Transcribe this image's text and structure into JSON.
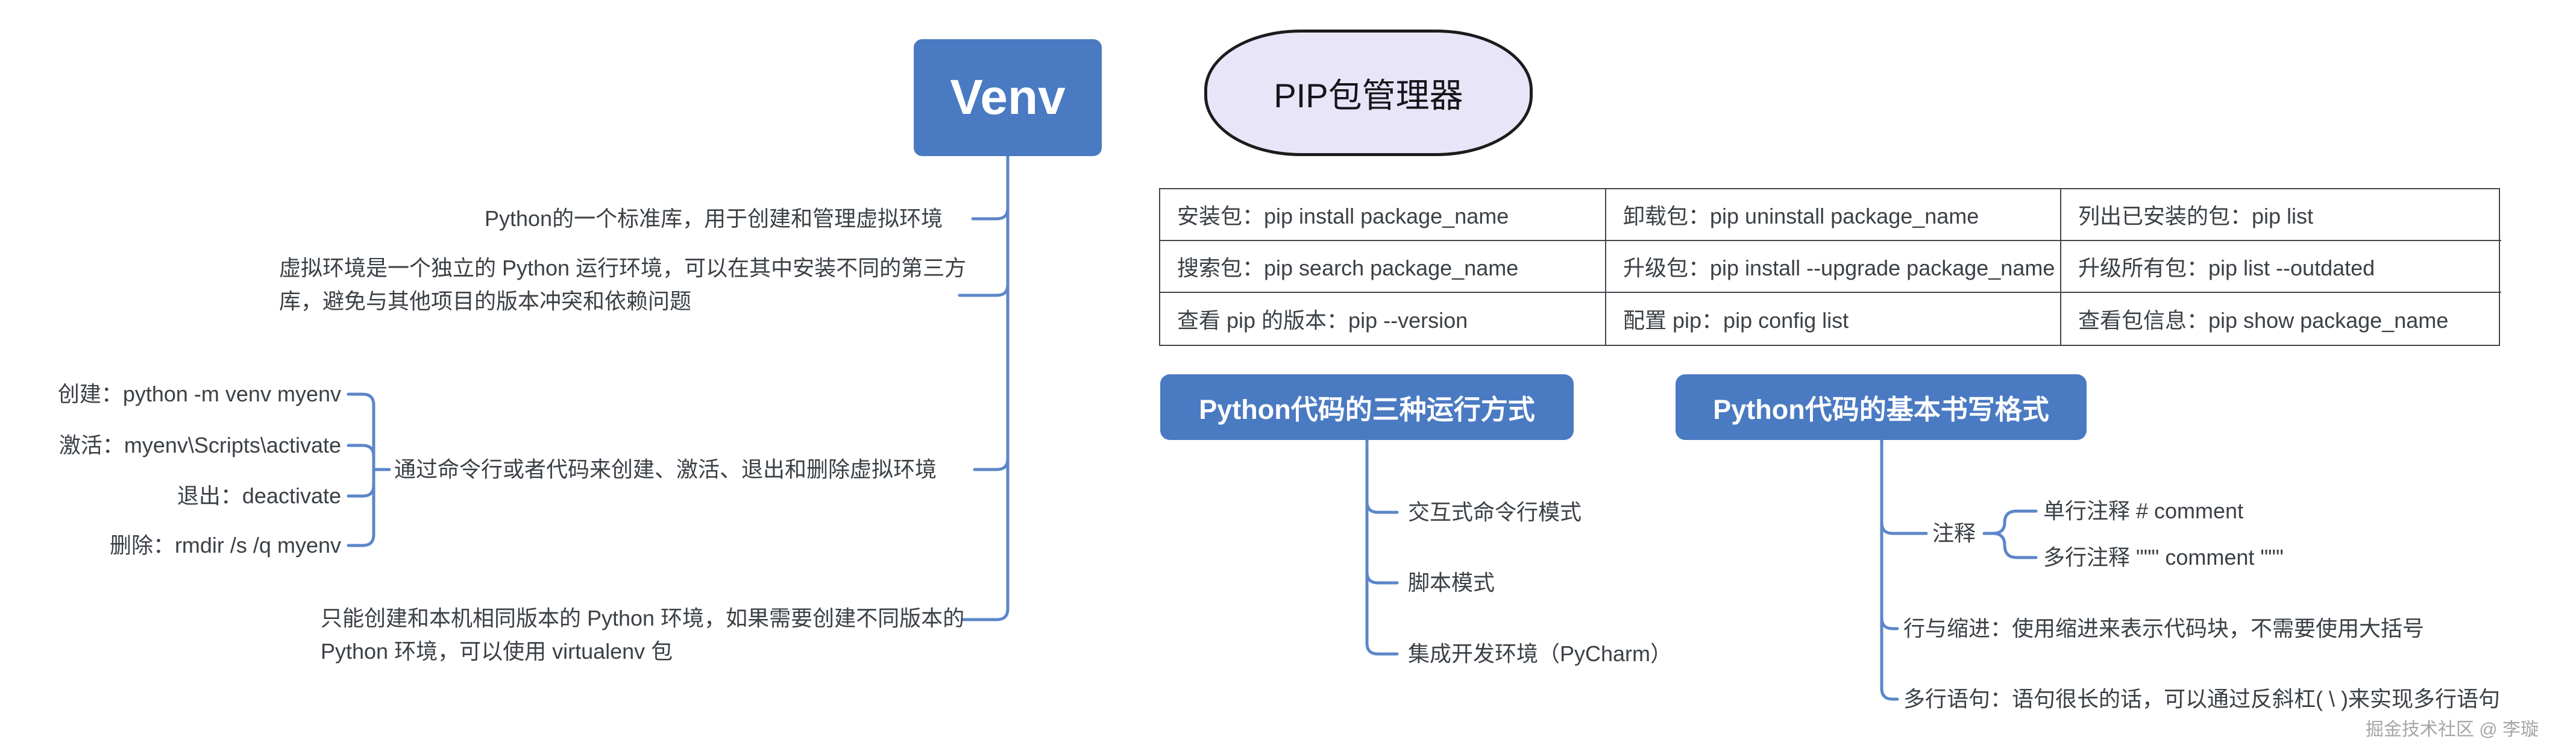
{
  "colors": {
    "node_blue": "#4a7ac2",
    "connector_blue": "#5c86c9",
    "text_dark": "#3b4045",
    "pip_fill": "#e9e5f9",
    "pip_border": "#1c1c1c",
    "table_border": "#43474d",
    "watermark_gray": "#a6a6a6"
  },
  "venv": {
    "root_label": "Venv",
    "branch_standard_lib": "Python的一个标准库，用于创建和管理虚拟环境",
    "branch_definition": "虚拟环境是一个独立的 Python 运行环境，可以在其中安装不同的第三方库，避免与其他项目的版本冲突和依赖问题",
    "branch_manage": "通过命令行或者代码来创建、激活、退出和删除虚拟环境",
    "commands": [
      "创建：python -m venv myenv",
      "激活：myenv\\Scripts\\activate",
      "退出：deactivate",
      "删除：rmdir /s /q myenv"
    ],
    "branch_limitation": "只能创建和本机相同版本的 Python 环境，如果需要创建不同版本的 Python 环境，可以使用 virtualenv 包"
  },
  "pip": {
    "root_label": "PIP包管理器",
    "table_rows": [
      [
        "安装包：pip install package_name",
        "卸载包：pip uninstall package_name",
        "列出已安装的包：pip list"
      ],
      [
        "搜索包：pip search package_name",
        "升级包：pip install --upgrade package_name",
        "升级所有包：pip list --outdated"
      ],
      [
        "查看 pip 的版本：pip --version",
        "配置 pip：pip config list",
        "查看包信息：pip show package_name"
      ]
    ]
  },
  "run_modes": {
    "title": "Python代码的三种运行方式",
    "items": [
      "交互式命令行模式",
      "脚本模式",
      "集成开发环境（PyCharm）"
    ]
  },
  "code_format": {
    "title": "Python代码的基本书写格式",
    "comment_label": "注释",
    "comment_items": [
      "单行注释 # comment",
      "多行注释 \"\"\" comment \"\"\""
    ],
    "indent_item": "行与缩进：使用缩进来表示代码块，不需要使用大括号",
    "multiline_item": "多行语句：语句很长的话，可以通过反斜杠( \\ )来实现多行语句"
  },
  "watermark": "掘金技术社区 @ 李璇"
}
